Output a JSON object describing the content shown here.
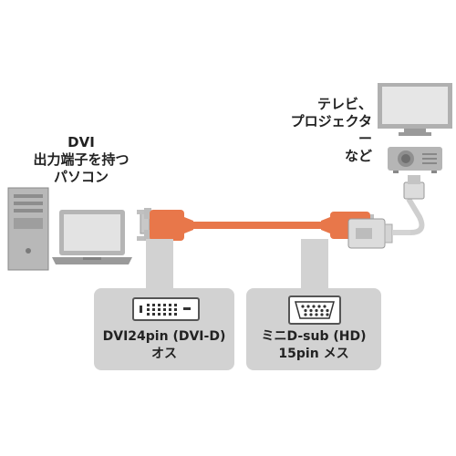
{
  "left_device": {
    "label_lines": [
      "DVI",
      "出力端子を持つ",
      "パソコン"
    ],
    "icons": [
      "desktop-tower-icon",
      "laptop-icon"
    ]
  },
  "right_device": {
    "label_lines": [
      "テレビ、",
      "プロジェクター",
      "など"
    ],
    "icons": [
      "television-icon",
      "projector-icon"
    ]
  },
  "cable": {
    "color": "#e8774a",
    "left_connector": {
      "name": "DVI24pin (DVI-D)",
      "gender": "オス",
      "icon": "dvi-connector-icon"
    },
    "right_connector": {
      "name": "ミニD-sub (HD)",
      "gender": "15pin メス",
      "icon": "vga-connector-icon"
    }
  },
  "colors": {
    "device_gray": "#b0b0b0",
    "box_gray": "#d2d2d2",
    "cable_orange": "#e8774a"
  }
}
